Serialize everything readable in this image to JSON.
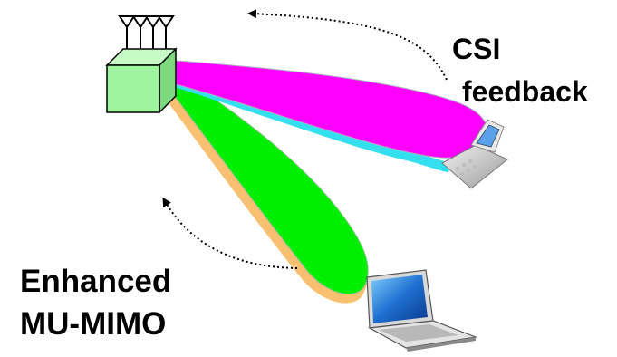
{
  "labels": {
    "csi_feedback_line1": "CSI",
    "csi_feedback_line2": "feedback",
    "enhanced_line1": "Enhanced",
    "enhanced_line2": "MU-MIMO"
  },
  "colors": {
    "base_station_front": "#9ef59e",
    "base_station_side": "#7ed87e",
    "base_station_top": "#c6fbc6",
    "beam_phone": "#ff00ff",
    "beam_phone_edge": "#33e0f0",
    "beam_laptop": "#00ee00",
    "beam_laptop_edge": "#f8c070",
    "arrow": "#000000",
    "text": "#000000"
  },
  "icons": [
    "antenna-icon",
    "base-station-icon",
    "mobile-phone-icon",
    "laptop-icon"
  ]
}
